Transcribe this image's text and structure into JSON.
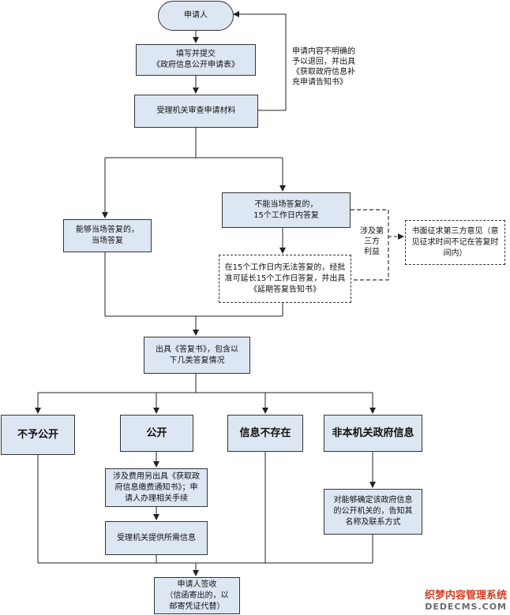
{
  "nodes": {
    "applicant_start": "申请人",
    "fill_form": "填写并提交\n《政府信息公开申请表》",
    "review": "受理机关审查申请材料",
    "can_answer": "能够当场答复的，\n当场答复",
    "cannot_answer": "不能当场答复的，\n15个工作日内答复",
    "extend": "在15个工作日内无法答复的，经批\n准可延长15个工作日答复，并出具\n《延期答复告知书》",
    "third_party_label": "涉及第\n三方\n利益",
    "third_party_opinion": "书面征求第三方意见（意\n见征求时间不记在答复时\n间内）",
    "reply_letter": "出具《答复书》，包含以\n下几类答复情况",
    "not_disclose": "不予公开",
    "disclose": "公开",
    "not_exist": "信息不存在",
    "not_this_agency": "非本机关政府信息",
    "fee_notice": "涉及费用另出具《获取政\n府信息缴费通知书》；申\n请人办理相关手续",
    "provide_info": "受理机关提供所需信息",
    "inform_agency": "对能够确定该政府信息\n的公开机关的，告知其\n名称及联系方式",
    "applicant_receive": "申请人签收\n（信函寄出的，以\n邮寄凭证代替）"
  },
  "notes": {
    "return_note": "申请内容不明确的\n予以退回，并出具\n《获取政府信息补\n充申请告知书》"
  },
  "watermark": {
    "line1": "织梦内容管理系统",
    "line2": "DEDECMS.COM"
  },
  "colors": {
    "box_fill": "#dde7f3",
    "watermark_red": "#d83a1e"
  }
}
